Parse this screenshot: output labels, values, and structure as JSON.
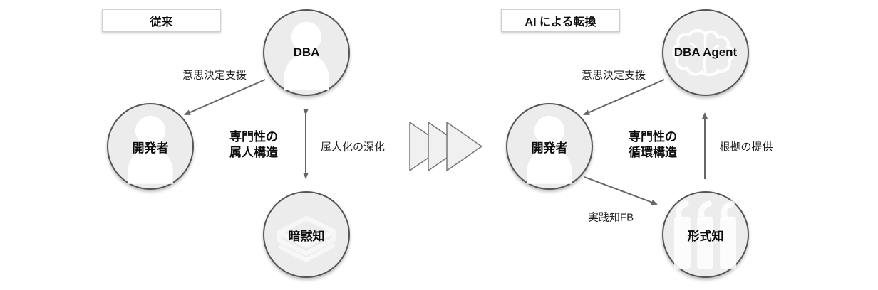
{
  "colors": {
    "background": "#ffffff",
    "node_fill": "#ececec",
    "node_border": "#555555",
    "arrow": "#666666",
    "title_box_border": "#cfcfcf",
    "chevron_fill": "#f0f0f0",
    "chevron_border": "#777777",
    "text": "#0d0d0d"
  },
  "left": {
    "title": "従来",
    "nodes": {
      "dba": {
        "label": "DBA",
        "icon": "person-icon"
      },
      "developer": {
        "label": "開発者",
        "icon": "person-icon"
      },
      "tacit_knowledge": {
        "label": "暗黙知",
        "icon": "book-stack-icon"
      }
    },
    "edges": {
      "decision_support": "意思決定支援",
      "personalization_deepening": "属人化の深化"
    },
    "center_label": {
      "line1": "専門性の",
      "line2": "属人構造"
    }
  },
  "right": {
    "title": "AI による転換",
    "nodes": {
      "dba_agent": {
        "label": "DBA Agent",
        "icon": "brain-icon"
      },
      "developer": {
        "label": "開発者",
        "icon": "person-icon"
      },
      "explicit_knowledge": {
        "label": "形式知",
        "icon": "books-row-icon"
      }
    },
    "edges": {
      "decision_support": "意思決定支援",
      "evidence_provision": "根拠の提供",
      "practical_knowledge_fb": "実践知FB"
    },
    "center_label": {
      "line1": "専門性の",
      "line2": "循環構造"
    }
  },
  "transition": {
    "icon": "triple-chevron-right-icon"
  }
}
